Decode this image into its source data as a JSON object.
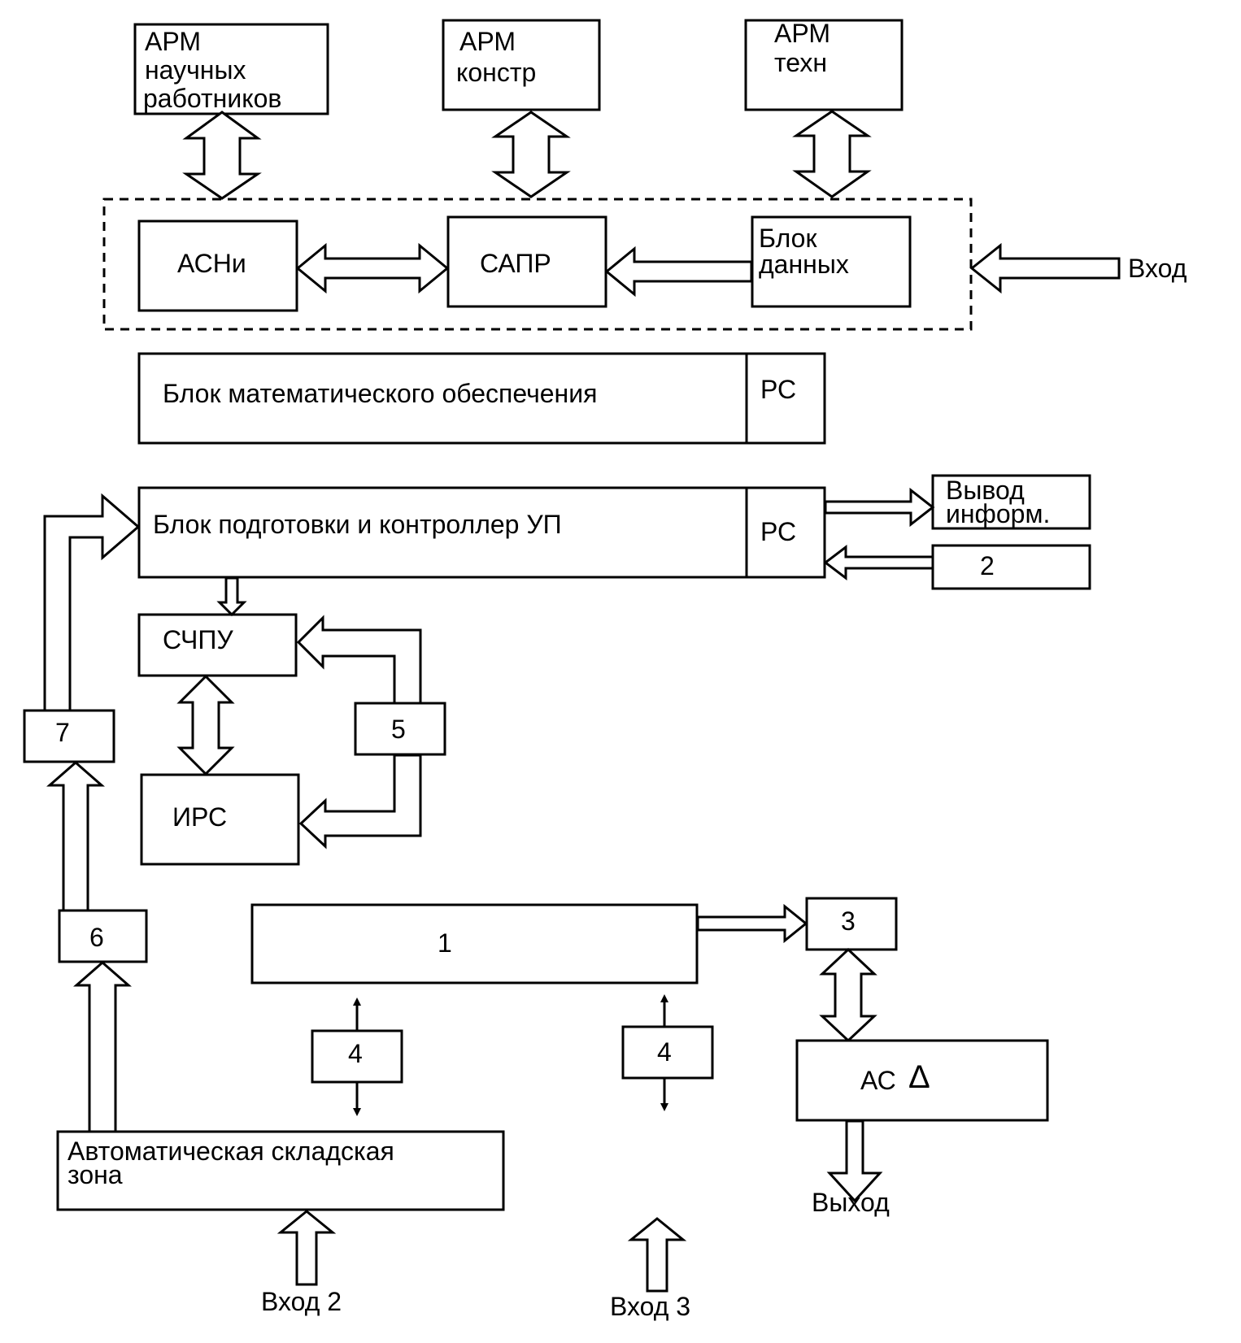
{
  "blocks": {
    "arm_sci": [
      "АРМ",
      "научных",
      "работников"
    ],
    "arm_con": [
      "АРМ",
      "констр"
    ],
    "arm_tech": [
      "АРМ",
      "техн"
    ],
    "asni": "АСНи",
    "sapr": "САПР",
    "data_block": [
      "Блок",
      "данных"
    ],
    "math_block": "Блок математического обеспечения",
    "rs1": "РС",
    "prep_block": "Блок подготовки и контроллер УП",
    "rs2": "РС",
    "output_info": [
      "Вывод",
      "информ."
    ],
    "block2": "2",
    "schpu": "СЧПУ",
    "irs": "ИРС",
    "block5": "5",
    "block7": "7",
    "block6": "6",
    "block1": "1",
    "block3": "3",
    "block4a": "4",
    "block4b": "4",
    "asd": "АС",
    "asd_symbol": "Δ",
    "warehouse": [
      "Автоматическая складская",
      "зона"
    ]
  },
  "io": {
    "input": "Вход",
    "output": "Выход",
    "input2": "Вход 2",
    "input3": "Вход 3"
  }
}
